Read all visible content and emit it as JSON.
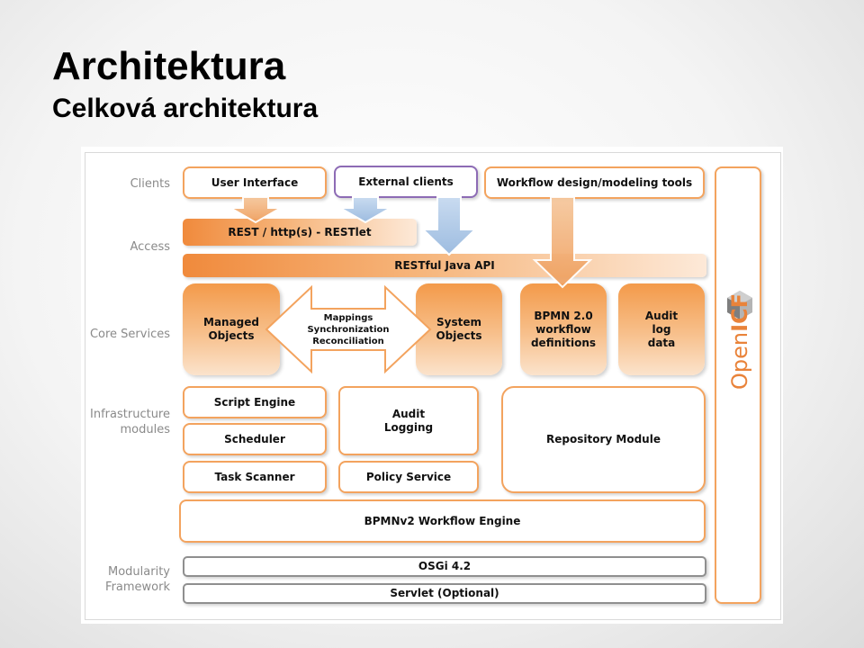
{
  "slide": {
    "title": "Architektura",
    "subtitle": "Celková architektura"
  },
  "rows": {
    "clients": "Clients",
    "access": "Access",
    "core_services": "Core Services",
    "infrastructure": "Infrastructure\nmodules",
    "modularity": "Modularity\nFramework"
  },
  "clients": {
    "user_interface": "User Interface",
    "external_clients": "External clients",
    "workflow_tools": "Workflow design/modeling tools"
  },
  "access": {
    "rest": "REST / http(s) - RESTlet",
    "restful_java_api": "RESTful Java API"
  },
  "core": {
    "managed_objects": "Managed\nObjects",
    "mappings_arrow": "Mappings\nSynchronization\nReconciliation",
    "system_objects": "System\nObjects",
    "bpmn_definitions": "BPMN 2.0\nworkflow\ndefinitions",
    "audit_log_data": "Audit\nlog\ndata"
  },
  "infrastructure": {
    "script_engine": "Script Engine",
    "scheduler": "Scheduler",
    "task_scanner": "Task Scanner",
    "audit_logging": "Audit\nLogging",
    "policy_service": "Policy Service",
    "repository_module": "Repository Module"
  },
  "engine": {
    "bpmn_workflow_engine": "BPMNv2 Workflow Engine"
  },
  "modularity": {
    "osgi": "OSGi 4.2",
    "servlet": "Servlet (Optional)"
  },
  "logo": {
    "open": "Open",
    "icf": "ICF"
  },
  "colors": {
    "orange": "#f3a35e",
    "purple": "#8d6bb5",
    "blue_arrow": "#a9c4e4",
    "gray": "#8f8f8f"
  }
}
